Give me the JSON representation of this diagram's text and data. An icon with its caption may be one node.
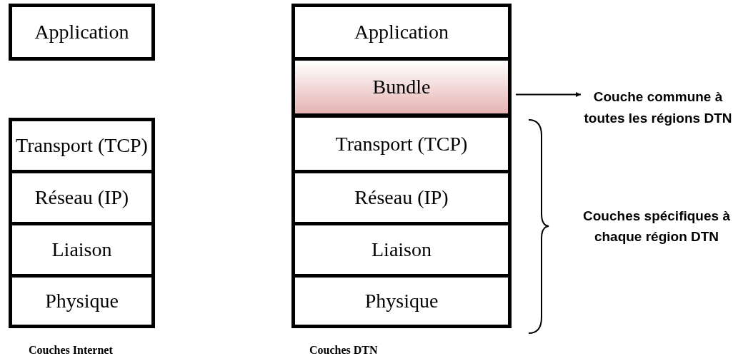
{
  "diagram": {
    "nodes": [
      {
        "text": [
          "Application"
        ]
      },
      {
        "text": [
          "Transport (TCP)"
        ]
      },
      {
        "text": [
          "Réseau (IP)"
        ]
      },
      {
        "text": [
          "Liaison"
        ]
      },
      {
        "text": [
          "Physique"
        ]
      },
      {
        "text": [
          "Application"
        ]
      },
      {
        "text": [
          "Bundle"
        ]
      },
      {
        "text": [
          "Transport (TCP)"
        ]
      },
      {
        "text": [
          "Réseau (IP)"
        ]
      },
      {
        "text": [
          "Liaison"
        ]
      },
      {
        "text": [
          "Physique"
        ]
      },
      {
        "text": [
          "Couche commune à toutes les régions DTN"
        ]
      }
    ],
    "edges": [
      {
        "from": 6,
        "to": 11,
        "arrow": "to"
      }
    ],
    "labels": [
      "Couches spécifiques à chaque région DTN",
      "Couches Internet",
      "Couches DTN"
    ]
  }
}
